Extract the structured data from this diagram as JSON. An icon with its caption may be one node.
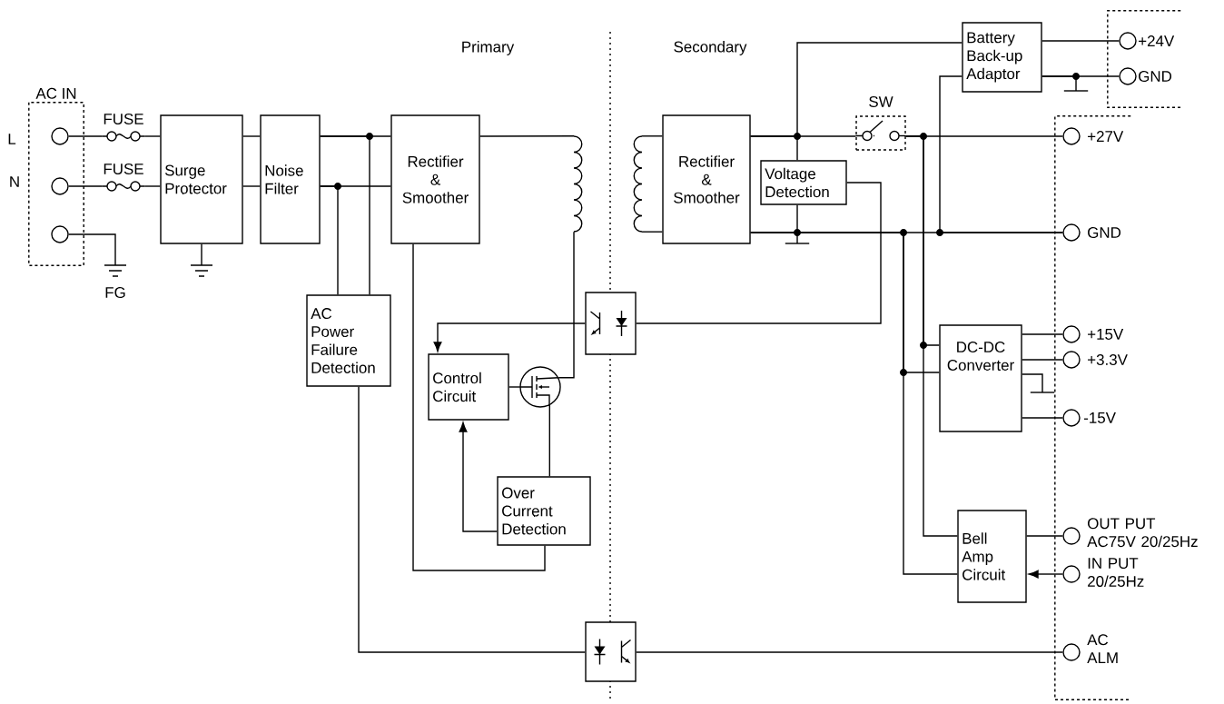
{
  "diagram": {
    "nodes": [
      {
        "text": [
          "AC IN"
        ]
      },
      {
        "text": [],
        "shape": "circle",
        "in": 0,
        "beside": [
          "L"
        ]
      },
      {
        "text": [],
        "shape": "circle",
        "in": 0,
        "beside": [
          "N"
        ]
      },
      {
        "text": [],
        "shape": "circle",
        "in": 0
      },
      {
        "text": [],
        "shape": "fuse",
        "beside": [
          "FUSE"
        ]
      },
      {
        "text": [],
        "shape": "fuse",
        "beside": [
          "FUSE"
        ]
      },
      {
        "text": [],
        "shape": "ground",
        "beside": [
          "FG"
        ]
      },
      {
        "text": [
          "Surge Protector"
        ]
      },
      {
        "text": [],
        "shape": "ground"
      },
      {
        "text": [
          "Noise Filter"
        ]
      },
      {
        "text": [
          "Rectifier & Smoother"
        ]
      },
      {
        "text": [],
        "shape": "coil"
      },
      {
        "text": [
          "AC Power Failure Detection"
        ]
      },
      {
        "text": [
          "Control Circuit"
        ]
      },
      {
        "text": [],
        "shape": "circle"
      },
      {
        "text": [
          "Over Current Detection"
        ]
      },
      {
        "text": [],
        "shape": "box"
      },
      {
        "text": [],
        "shape": "box"
      },
      {
        "text": [],
        "shape": "coil"
      },
      {
        "text": [
          "Rectifier & Smoother"
        ]
      },
      {
        "text": [
          "Voltage Detection"
        ]
      },
      {
        "text": [],
        "shape": "ground"
      },
      {
        "text": [
          "SW"
        ]
      },
      {
        "text": [
          "Battery Back-up Adaptor"
        ]
      },
      {
        "text": [],
        "shape": "ground"
      },
      {
        "text": [],
        "shape": "box"
      },
      {
        "text": [],
        "shape": "circle",
        "in": 25,
        "beside": [
          "+24V"
        ]
      },
      {
        "text": [],
        "shape": "circle",
        "in": 25,
        "beside": [
          "GND"
        ]
      },
      {
        "text": [],
        "shape": "box"
      },
      {
        "text": [],
        "shape": "circle",
        "in": 28,
        "beside": [
          "+27V"
        ]
      },
      {
        "text": [],
        "shape": "circle",
        "in": 28,
        "beside": [
          "GND"
        ]
      },
      {
        "text": [
          "DC-DC Converter"
        ]
      },
      {
        "text": [],
        "shape": "ground"
      },
      {
        "text": [],
        "shape": "circle",
        "in": 28,
        "beside": [
          "+15V"
        ]
      },
      {
        "text": [],
        "shape": "circle",
        "in": 28,
        "beside": [
          "+3.3V"
        ]
      },
      {
        "text": [],
        "shape": "circle",
        "in": 28,
        "beside": [
          "-15V"
        ]
      },
      {
        "text": [
          "Bell Amp Circuit"
        ]
      },
      {
        "text": [],
        "shape": "circle",
        "in": 28,
        "beside": [
          "OUT PUT AC75V 20/25Hz"
        ]
      },
      {
        "text": [],
        "shape": "circle",
        "in": 28,
        "beside": [
          "IN PUT 20/25Hz"
        ]
      },
      {
        "text": [],
        "shape": "circle",
        "in": 28,
        "beside": [
          "AC ALM"
        ]
      }
    ],
    "edges": [
      {
        "from": 1,
        "to": 4,
        "arrow": "none"
      },
      {
        "from": 4,
        "to": 7,
        "arrow": "none"
      },
      {
        "from": 2,
        "to": 5,
        "arrow": "none"
      },
      {
        "from": 5,
        "to": 7,
        "arrow": "none"
      },
      {
        "from": 3,
        "to": 6,
        "arrow": "none"
      },
      {
        "from": 7,
        "to": 8,
        "arrow": "none"
      },
      {
        "from": 7,
        "to": 9,
        "arrow": "none"
      },
      {
        "from": 7,
        "to": 9,
        "arrow": "none"
      },
      {
        "from": 9,
        "to": 10,
        "arrow": "none"
      },
      {
        "from": 9,
        "to": 10,
        "arrow": "none"
      },
      {
        "from": 9,
        "to": 12,
        "arrow": "none"
      },
      {
        "from": 9,
        "to": 12,
        "arrow": "none"
      },
      {
        "from": 10,
        "to": 11,
        "arrow": "none"
      },
      {
        "from": 10,
        "to": 15,
        "arrow": "none"
      },
      {
        "from": 11,
        "to": 14,
        "arrow": "none"
      },
      {
        "from": 13,
        "to": 14,
        "arrow": "none"
      },
      {
        "from": 14,
        "to": 15,
        "arrow": "none"
      },
      {
        "from": 15,
        "to": 13,
        "arrow": "to"
      },
      {
        "from": 16,
        "to": 13,
        "arrow": "to"
      },
      {
        "from": 20,
        "to": 16,
        "arrow": "none"
      },
      {
        "from": 12,
        "to": 17,
        "arrow": "none"
      },
      {
        "from": 17,
        "to": 39,
        "arrow": "none"
      },
      {
        "from": 18,
        "to": 19,
        "arrow": "none"
      },
      {
        "from": 18,
        "to": 19,
        "arrow": "none"
      },
      {
        "from": 19,
        "to": 22,
        "arrow": "none"
      },
      {
        "from": 19,
        "to": 23,
        "arrow": "none"
      },
      {
        "from": 19,
        "to": 20,
        "arrow": "none"
      },
      {
        "from": 20,
        "to": 21,
        "arrow": "none"
      },
      {
        "from": 19,
        "to": 30,
        "arrow": "none"
      },
      {
        "from": 22,
        "to": 29,
        "arrow": "none"
      },
      {
        "from": 23,
        "to": 26,
        "arrow": "none"
      },
      {
        "from": 23,
        "to": 27,
        "arrow": "none"
      },
      {
        "from": 23,
        "to": 24,
        "arrow": "none"
      },
      {
        "from": 23,
        "to": 30,
        "arrow": "none"
      },
      {
        "from": 22,
        "to": 31,
        "arrow": "none"
      },
      {
        "from": 22,
        "to": 36,
        "arrow": "none"
      },
      {
        "from": 19,
        "to": 31,
        "arrow": "none"
      },
      {
        "from": 19,
        "to": 36,
        "arrow": "none"
      },
      {
        "from": 31,
        "to": 33,
        "arrow": "none"
      },
      {
        "from": 31,
        "to": 34,
        "arrow": "none"
      },
      {
        "from": 31,
        "to": 32,
        "arrow": "none"
      },
      {
        "from": 31,
        "to": 35,
        "arrow": "none"
      },
      {
        "from": 36,
        "to": 37,
        "arrow": "none"
      },
      {
        "from": 38,
        "to": 36,
        "arrow": "to"
      }
    ],
    "labels": [
      "Primary",
      "Secondary"
    ]
  }
}
